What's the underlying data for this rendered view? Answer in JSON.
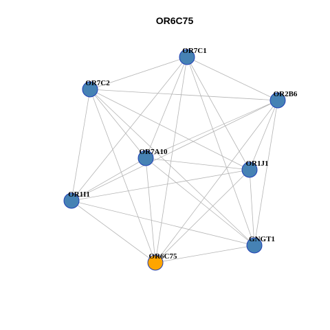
{
  "title": "OR6C75",
  "colors": {
    "node_default": "#4682b4",
    "node_focus": "#ffa500",
    "node_border": "#1f3fb5",
    "edge": "#b3b3b3"
  },
  "nodes": [
    {
      "id": "OR7C1",
      "label": "OR7C1",
      "focus": false
    },
    {
      "id": "OR7C2",
      "label": "OR7C2",
      "focus": false
    },
    {
      "id": "OR2B6",
      "label": "OR2B6",
      "focus": false
    },
    {
      "id": "OR7A10",
      "label": "OR7A10",
      "focus": false
    },
    {
      "id": "OR1J1",
      "label": "OR1J1",
      "focus": false
    },
    {
      "id": "OR1I1",
      "label": "OR1I1",
      "focus": false
    },
    {
      "id": "GNGT1",
      "label": "GNGT1",
      "focus": false
    },
    {
      "id": "OR6C75",
      "label": "OR6C75",
      "focus": true
    }
  ],
  "edges": [
    [
      "OR7C1",
      "OR7C2"
    ],
    [
      "OR7C1",
      "OR2B6"
    ],
    [
      "OR7C1",
      "OR7A10"
    ],
    [
      "OR7C1",
      "OR1J1"
    ],
    [
      "OR7C1",
      "OR1I1"
    ],
    [
      "OR7C1",
      "GNGT1"
    ],
    [
      "OR7C1",
      "OR6C75"
    ],
    [
      "OR7C2",
      "OR2B6"
    ],
    [
      "OR7C2",
      "OR7A10"
    ],
    [
      "OR7C2",
      "OR1J1"
    ],
    [
      "OR7C2",
      "OR1I1"
    ],
    [
      "OR7C2",
      "GNGT1"
    ],
    [
      "OR7C2",
      "OR6C75"
    ],
    [
      "OR2B6",
      "OR7A10"
    ],
    [
      "OR2B6",
      "OR1J1"
    ],
    [
      "OR2B6",
      "OR1I1"
    ],
    [
      "OR2B6",
      "GNGT1"
    ],
    [
      "OR2B6",
      "OR6C75"
    ],
    [
      "OR7A10",
      "OR1J1"
    ],
    [
      "OR7A10",
      "OR1I1"
    ],
    [
      "OR7A10",
      "GNGT1"
    ],
    [
      "OR7A10",
      "OR6C75"
    ],
    [
      "OR1J1",
      "OR1I1"
    ],
    [
      "OR1J1",
      "GNGT1"
    ],
    [
      "OR1J1",
      "OR6C75"
    ],
    [
      "OR1I1",
      "GNGT1"
    ],
    [
      "OR1I1",
      "OR6C75"
    ],
    [
      "GNGT1",
      "OR6C75"
    ]
  ]
}
